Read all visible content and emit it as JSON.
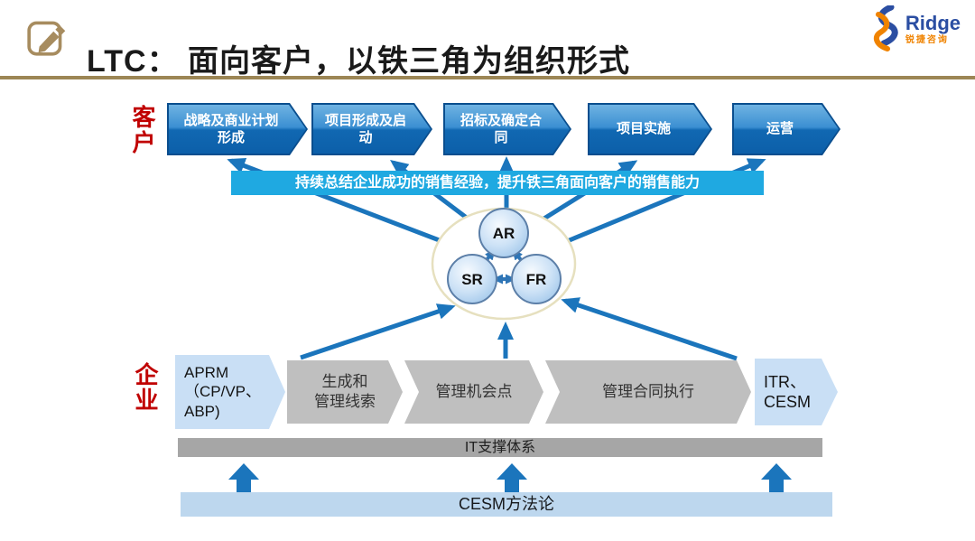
{
  "header": {
    "title": "LTC： 面向客户，以铁三角为组织形式",
    "logo": {
      "name": "Ridge",
      "subtitle": "锐捷咨询"
    }
  },
  "colors": {
    "arrow": "#1B75BC",
    "triangle_arrow": "#2E75B6",
    "banner_bg": "#1FA9E1",
    "stage_blue": "#1169B4",
    "process_gray": "#BFBFBF",
    "process_light_blue": "#C9DFF5",
    "label_red": "#C00000",
    "gold_line": "#9C8655",
    "ring": "#E6E0BF",
    "it_bar_gray": "#A6A6A6",
    "cesm_bar_blue": "#BDD7EE"
  },
  "customer_row": {
    "label": "客户",
    "stages": [
      {
        "lines": [
          "战略及商业计划",
          "形成"
        ]
      },
      {
        "lines": [
          "项目形成及启",
          "动"
        ]
      },
      {
        "lines": [
          "招标及确定合",
          "同"
        ]
      },
      {
        "lines": [
          "项目实施"
        ]
      },
      {
        "lines": [
          "运营"
        ]
      }
    ]
  },
  "banner": {
    "text": "持续总结企业成功的销售经验，提升铁三角面向客户的销售能力"
  },
  "triangle": {
    "nodes": [
      {
        "label": "AR"
      },
      {
        "label": "SR"
      },
      {
        "label": "FR"
      }
    ]
  },
  "enterprise_row": {
    "label": "企业",
    "stages": [
      {
        "lines": [
          "APRM",
          "（CP/VP、",
          "ABP)"
        ]
      },
      {
        "lines": [
          "生成和",
          "管理线索"
        ]
      },
      {
        "lines": [
          "管理机会点"
        ]
      },
      {
        "lines": [
          "管理合同执行"
        ]
      },
      {
        "lines": [
          "ITR、",
          "CESM"
        ]
      }
    ]
  },
  "it_bar": {
    "text": "IT支撑体系"
  },
  "cesm_bar": {
    "text": "CESM方法论"
  }
}
